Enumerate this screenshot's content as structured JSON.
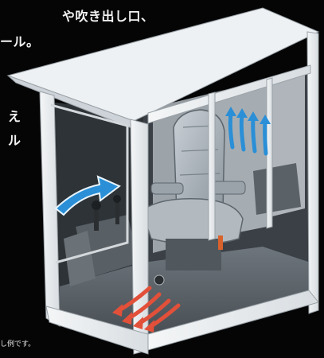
{
  "caption": {
    "line1": "や吹き出し口、",
    "line2": "ール。"
  },
  "side_text": {
    "line1": "え",
    "line2": "ル"
  },
  "footnote": "し例です。",
  "colors": {
    "background": "#050505",
    "cab_white": "#eceef0",
    "air_blue": "#2a8fd6",
    "air_red": "#e2503a"
  },
  "icons": {
    "intake": "blue-airflow-arrow-icon",
    "top_vent": "blue-upflow-arrows-icon",
    "floor_vent": "red-floor-airflow-arrows-icon"
  }
}
